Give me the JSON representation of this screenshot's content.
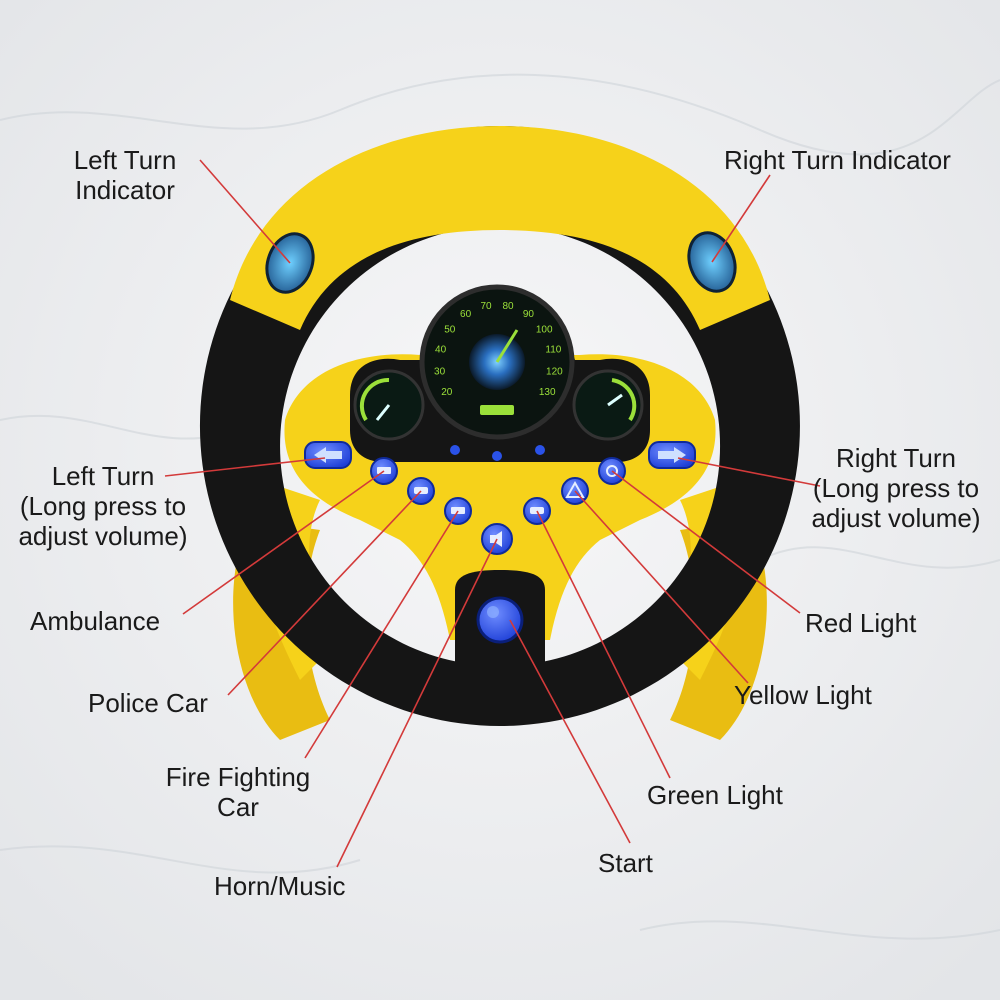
{
  "labels": {
    "left_turn_indicator": [
      "Left Turn",
      "Indicator"
    ],
    "right_turn_indicator": "Right Turn Indicator",
    "left_turn": [
      "Left Turn",
      "(Long press to",
      "adjust volume)"
    ],
    "right_turn": [
      "Right Turn",
      "(Long press to",
      "adjust volume)"
    ],
    "ambulance": "Ambulance",
    "police_car": "Police Car",
    "fire_fighting_car": [
      "Fire Fighting",
      "Car"
    ],
    "horn_music": "Horn/Music",
    "start": "Start",
    "green_light": "Green Light",
    "yellow_light": "Yellow Light",
    "red_light": "Red Light"
  },
  "speedometer": {
    "ticks": [
      "20",
      "30",
      "40",
      "50",
      "60",
      "70",
      "80",
      "90",
      "100",
      "110",
      "120",
      "130"
    ]
  },
  "colors": {
    "wheel_yellow": "#f6d21a",
    "wheel_black": "#151515",
    "button_blue": "#2a52e8",
    "leader_line": "#d33a3a",
    "gauge_green": "#9be03a"
  },
  "icons": [
    "left-arrow-icon",
    "right-arrow-icon",
    "ambulance-icon",
    "police-car-icon",
    "fire-truck-icon",
    "horn-icon",
    "car-icon",
    "warning-triangle-icon",
    "light-icon"
  ]
}
